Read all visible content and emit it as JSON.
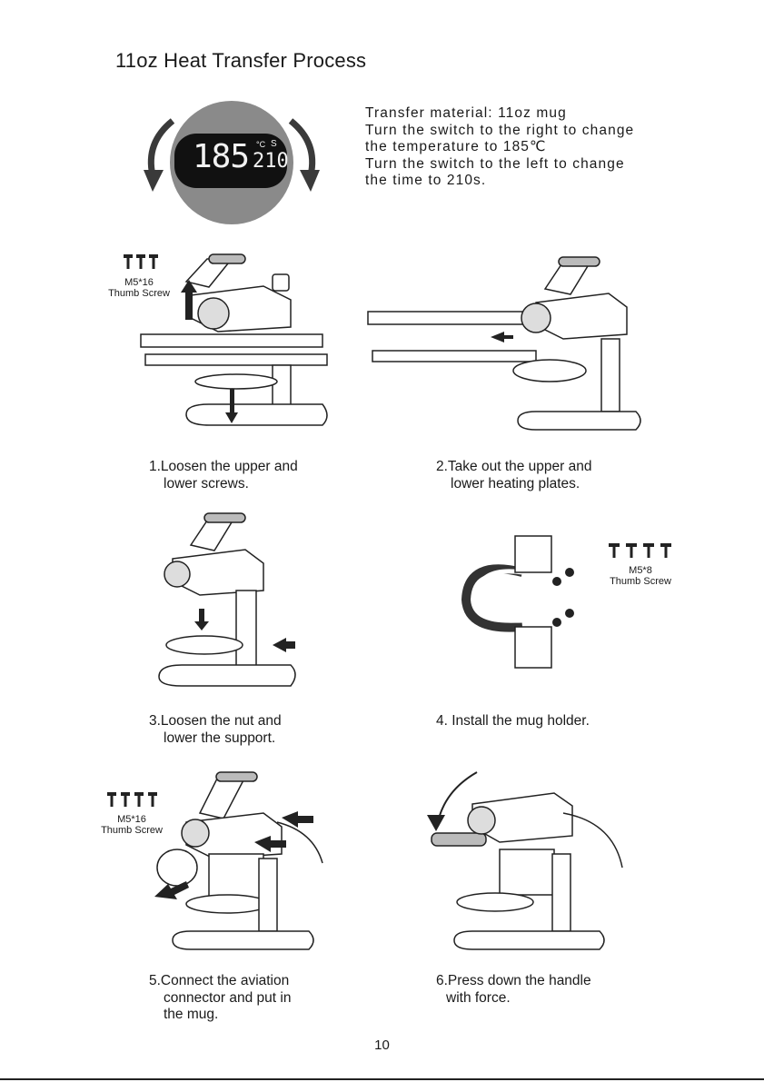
{
  "title": "11oz Heat Transfer Process",
  "display": {
    "temperature": "185",
    "time": "210",
    "unit_celsius": "°C",
    "unit_seconds": "S"
  },
  "intro": [
    "Transfer material: 11oz mug",
    "Turn the switch to the right to change",
    "the temperature to 185℃",
    "Turn the switch to the left to change",
    "the time to 210s."
  ],
  "screws": {
    "top": {
      "spec": "M5*16",
      "name": "Thumb Screw"
    },
    "mid": {
      "spec": "M5*8",
      "name": "Thumb Screw"
    },
    "bottom": {
      "spec": "M5*16",
      "name": "Thumb Screw"
    }
  },
  "steps": [
    {
      "line1": "1.Loosen the upper and",
      "line2": "lower screws."
    },
    {
      "line1": "2.Take out the upper and",
      "line2": "lower heating plates."
    },
    {
      "line1": "3.Loosen the nut and",
      "line2": "lower the support."
    },
    {
      "line1": "4. Install the mug holder."
    },
    {
      "line1": "5.Connect the aviation",
      "line2": "connector and put in",
      "line3": "the mug."
    },
    {
      "line1": "6.Press down the handle",
      "line2": "with force."
    }
  ],
  "page_number": "10"
}
